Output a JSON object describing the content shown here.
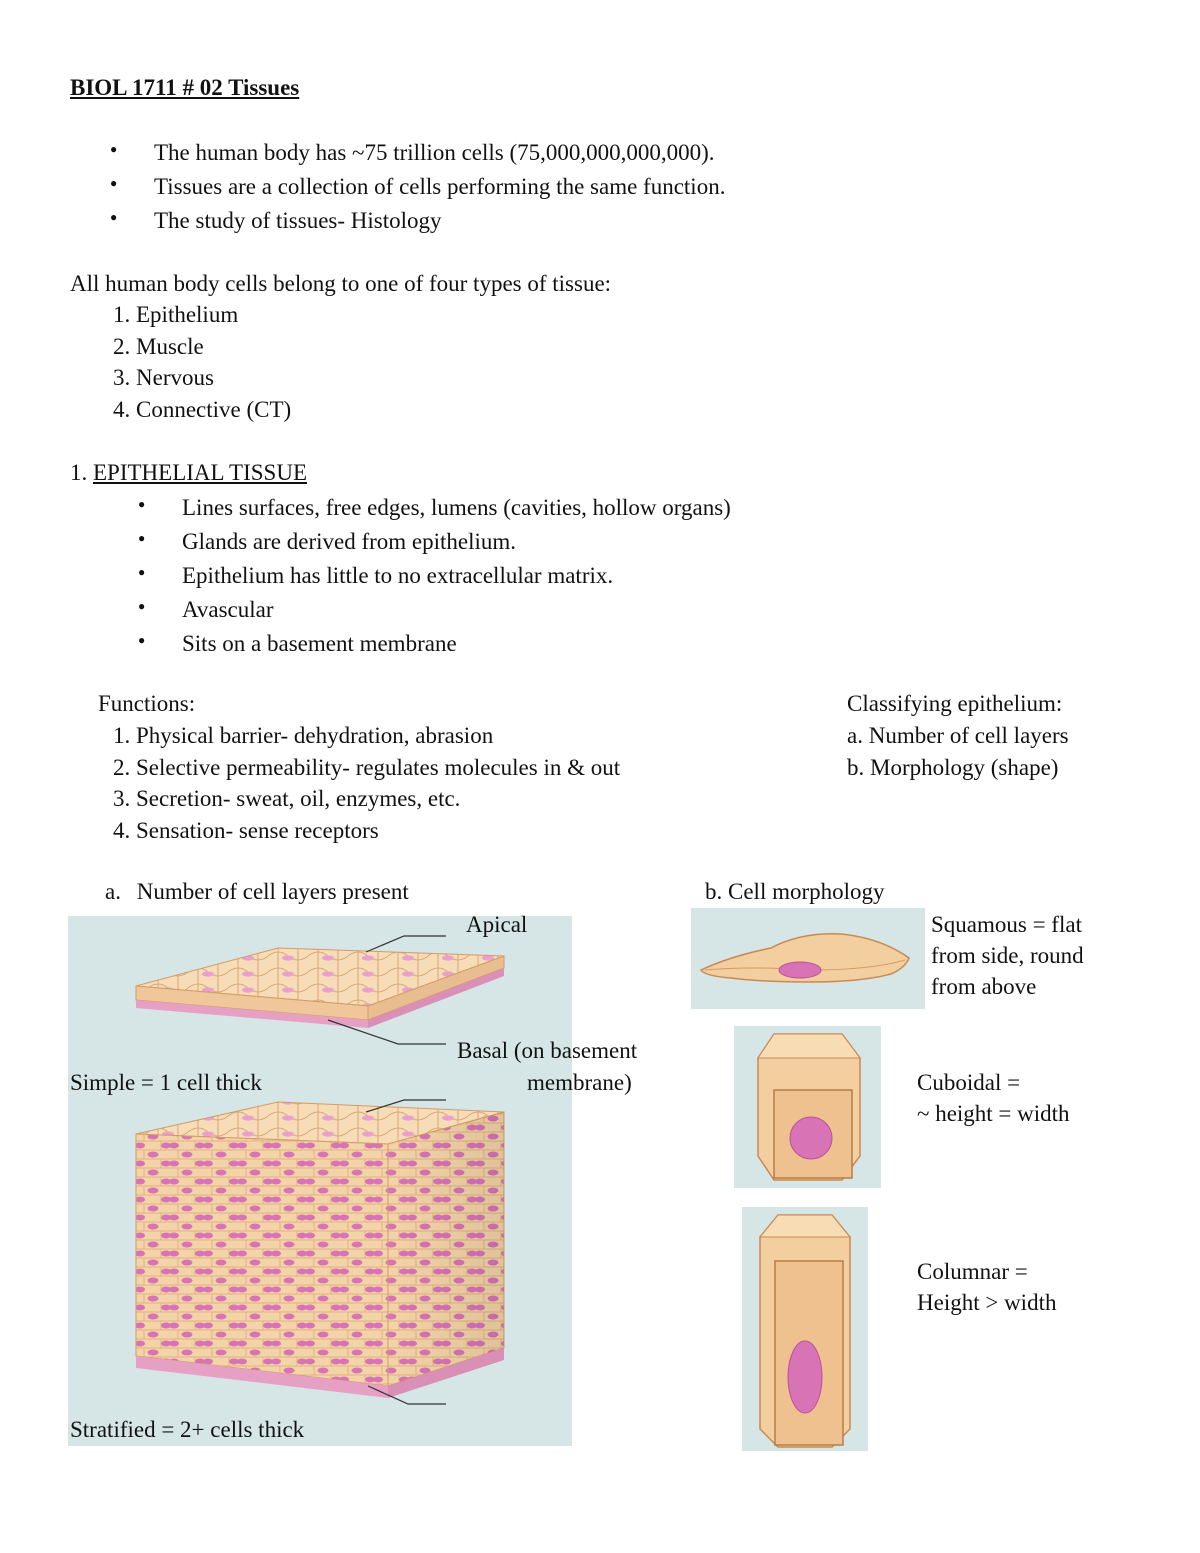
{
  "title": "BIOL 1711 # 02 Tissues",
  "intro_bullets": [
    "The human body has ~75 trillion cells (75,000,000,000,000).",
    "Tissues are a collection of cells performing the same function.",
    "The study of tissues- Histology"
  ],
  "types_intro": "All human body cells belong to one of four types of tissue:",
  "tissue_types": [
    "1. Epithelium",
    "2. Muscle",
    "3. Nervous",
    "4. Connective (CT)"
  ],
  "epithelial": {
    "number": "1.",
    "heading": "EPITHELIAL TISSUE",
    "bullets": [
      "Lines surfaces, free edges, lumens (cavities, hollow organs)",
      "Glands are derived from epithelium.",
      "Epithelium has little to no extracellular matrix.",
      "Avascular",
      "Sits on a basement membrane"
    ],
    "functions_heading": "Functions:",
    "functions": [
      "1. Physical barrier- dehydration, abrasion",
      "2. Selective permeability- regulates molecules in & out",
      "3. Secretion- sweat, oil, enzymes, etc.",
      "4. Sensation- sense receptors"
    ],
    "classifying_heading": "Classifying epithelium:",
    "classifying": [
      "a. Number of cell layers",
      "b. Morphology (shape)"
    ]
  },
  "figure_layers": {
    "heading_letter": "a.",
    "heading": "Number of cell layers present",
    "apical_label": "Apical",
    "basal_label_line1": "Basal (on basement",
    "basal_label_line2": "membrane)",
    "simple_label": "Simple = 1 cell thick",
    "stratified_label": "Stratified = 2+ cells thick"
  },
  "figure_morphology": {
    "heading": "b. Cell morphology",
    "squamous": [
      "Squamous = flat",
      "from side, round",
      "from above"
    ],
    "cuboidal": [
      "Cuboidal =",
      "~ height = width"
    ],
    "columnar": [
      "Columnar =",
      "Height > width"
    ]
  },
  "colors": {
    "panel_bg": "#d6e5e5",
    "cell_fill": "#f3d3a8",
    "cell_edge": "#d8a06a",
    "nucleus": "#d873b6",
    "basement": "#e6a0c4"
  }
}
